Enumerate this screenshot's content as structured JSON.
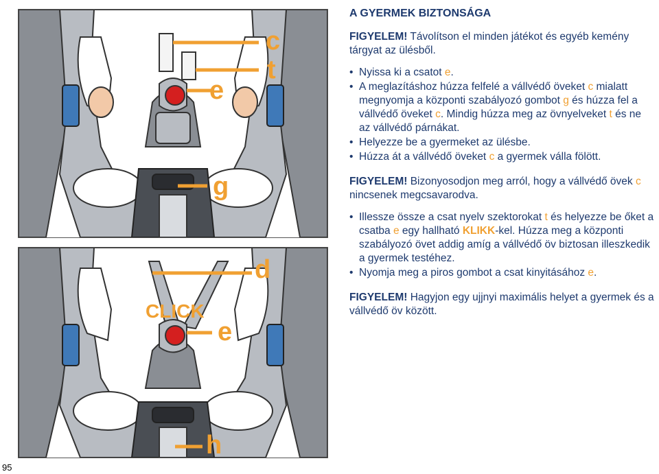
{
  "title": "A GYERMEK BIZTONSÁGA",
  "warn_label": "FIGYELEM!",
  "warning1": " Távolítson el minden játékot és egyéb kemény tárgyat az ülésből.",
  "list1": [
    [
      "Nyissa ki a csatot ",
      {
        "o": "e"
      },
      "."
    ],
    [
      "A meglazításhoz húzza felfelé a vállvédő öveket ",
      {
        "o": "c"
      },
      " mialatt megnyomja a központi szabályozó gombot ",
      {
        "o": "g"
      },
      " és húzza fel a vállvédő öveket ",
      {
        "o": "c"
      },
      ". Mindig húzza meg az övnyelveket ",
      {
        "o": "t"
      },
      " és ne az vállvédő párnákat."
    ],
    [
      "Helyezze be a gyermeket az ülésbe."
    ],
    [
      "Húzza át a vállvédő öveket ",
      {
        "o": "c"
      },
      " a gyermek válla fölött."
    ]
  ],
  "warning2": [
    " Bizonyosodjon meg arról, hogy a vállvédő övek ",
    {
      "o": "c"
    },
    " nincsenek megcsavarodva."
  ],
  "list2": [
    [
      "Illessze össze a csat nyelv szektorokat ",
      {
        "o": "t"
      },
      " és helyezze be őket a csatba ",
      {
        "o": "e"
      },
      " egy hallható ",
      {
        "ob": "KLIKK"
      },
      "-kel. Húzza meg a központi szabályozó övet addig amíg a vállvédő öv biztosan illeszkedik a gyermek testéhez."
    ],
    [
      "Nyomja meg a piros gombot a csat kinyitásához ",
      {
        "o": "e"
      },
      "."
    ]
  ],
  "warning3": " Hagyjon egy ujjnyi maximális helyet a gyermek és a vállvédő öv között.",
  "callouts_top": {
    "c": "c",
    "t": "t",
    "e": "e",
    "g": "g"
  },
  "callouts_bottom": {
    "click": "CLICK",
    "d": "d",
    "e": "e",
    "h": "h"
  },
  "page_number": "95",
  "colors": {
    "accent": "#f0a032",
    "text": "#1e3a6e",
    "seat": "#8a8e94",
    "pad": "#3f79b8",
    "button": "#d41f1f"
  }
}
